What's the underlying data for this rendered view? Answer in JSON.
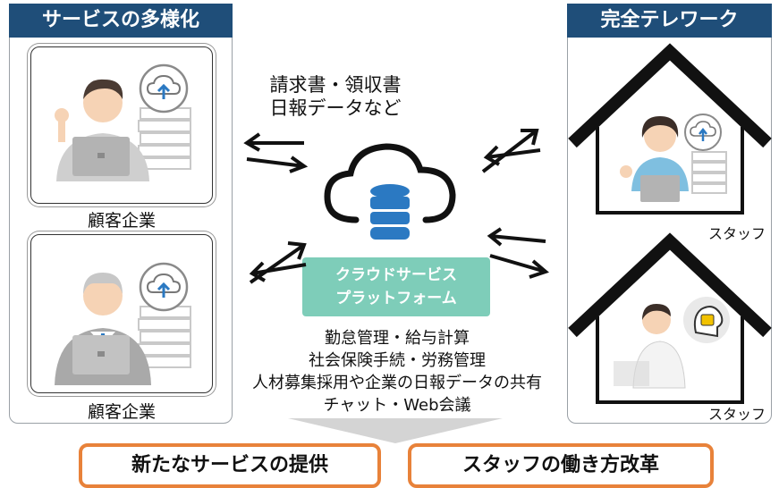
{
  "left_panel": {
    "header": "サービスの多様化",
    "client_label_top": "顧客企業",
    "client_label_bottom": "顧客企業"
  },
  "right_panel": {
    "header": "完全テレワーク",
    "staff_label_top": "スタッフ",
    "staff_label_bottom": "スタッフ"
  },
  "center": {
    "data_types_line1": "請求書・領収書",
    "data_types_line2": "日報データなど",
    "platform_line1": "クラウドサービス",
    "platform_line2": "プラットフォーム",
    "features": [
      "勤怠管理・給与計算",
      "社会保険手続・労務管理",
      "人材募集採用や企業の日報データの共有",
      "チャット・Web会議"
    ]
  },
  "outcomes": {
    "left": "新たなサービスの提供",
    "right": "スタッフの働き方改革"
  },
  "colors": {
    "header_bg": "#1f4e79",
    "platform_bg": "#7ecdb9",
    "outcome_border": "#e8823a",
    "database": "#2b79c2"
  }
}
